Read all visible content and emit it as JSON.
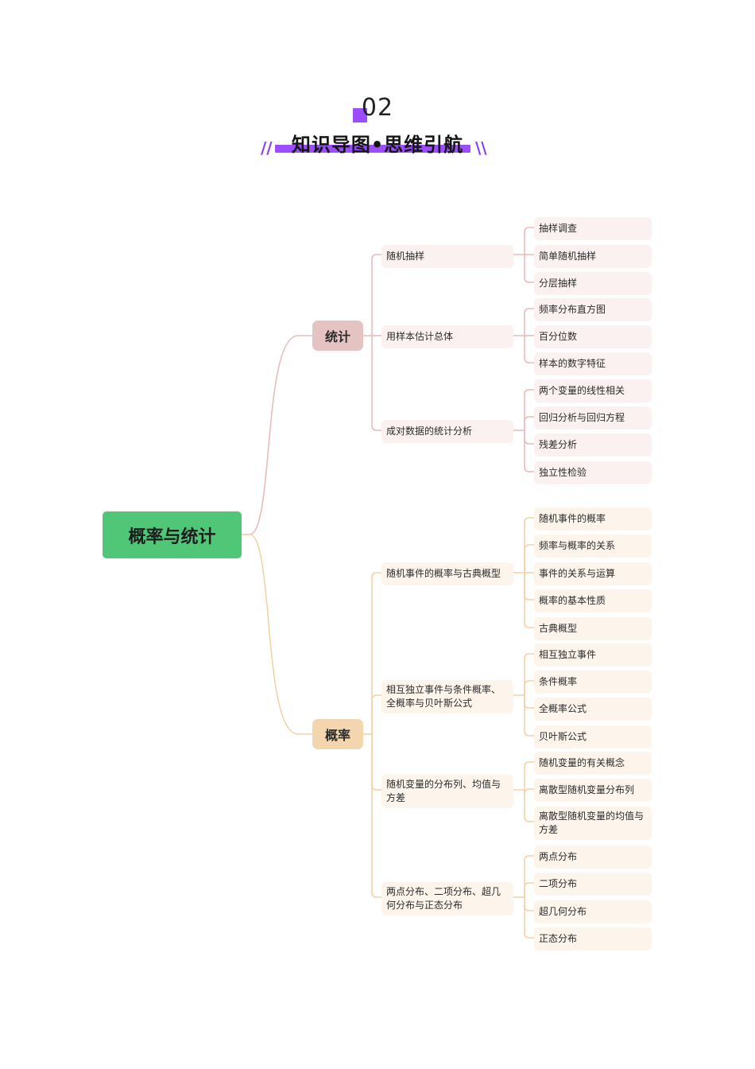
{
  "header": {
    "number": "02",
    "title": "知识导图•思维引航",
    "slash_left": "//",
    "slash_right": "\\\\"
  },
  "colors": {
    "accent": "#9b4dff",
    "root_bg": "#4fc777",
    "stat_branch": "#e6c3c3",
    "prob_branch": "#f3d6ad",
    "stat_line": "#e8bcbc",
    "prob_line": "#f2d2a8"
  },
  "mindmap": {
    "root": "概率与统计",
    "branches": [
      {
        "label": "统计",
        "children": [
          {
            "label": "随机抽样",
            "children": [
              "抽样调查",
              "简单随机抽样",
              "分层抽样"
            ]
          },
          {
            "label": "用样本估计总体",
            "children": [
              "频率分布直方图",
              "百分位数",
              "样本的数字特征"
            ]
          },
          {
            "label": "成对数据的统计分析",
            "children": [
              "两个变量的线性相关",
              "回归分析与回归方程",
              "残差分析",
              "独立性检验"
            ]
          }
        ]
      },
      {
        "label": "概率",
        "children": [
          {
            "label": "随机事件的概率与古典概型",
            "children": [
              "随机事件的概率",
              "频率与概率的关系",
              "事件的关系与运算",
              "概率的基本性质",
              "古典概型"
            ]
          },
          {
            "label": "相互独立事件与条件概率、全概率与贝叶斯公式",
            "children": [
              "相互独立事件",
              "条件概率",
              "全概率公式",
              "贝叶斯公式"
            ]
          },
          {
            "label": "随机变量的分布列、均值与方差",
            "children": [
              "随机变量的有关概念",
              "离散型随机变量分布列",
              "离散型随机变量的均值与方差"
            ]
          },
          {
            "label": "两点分布、二项分布、超几何分布与正态分布",
            "children": [
              "两点分布",
              "二项分布",
              "超几何分布",
              "正态分布"
            ]
          }
        ]
      }
    ]
  }
}
